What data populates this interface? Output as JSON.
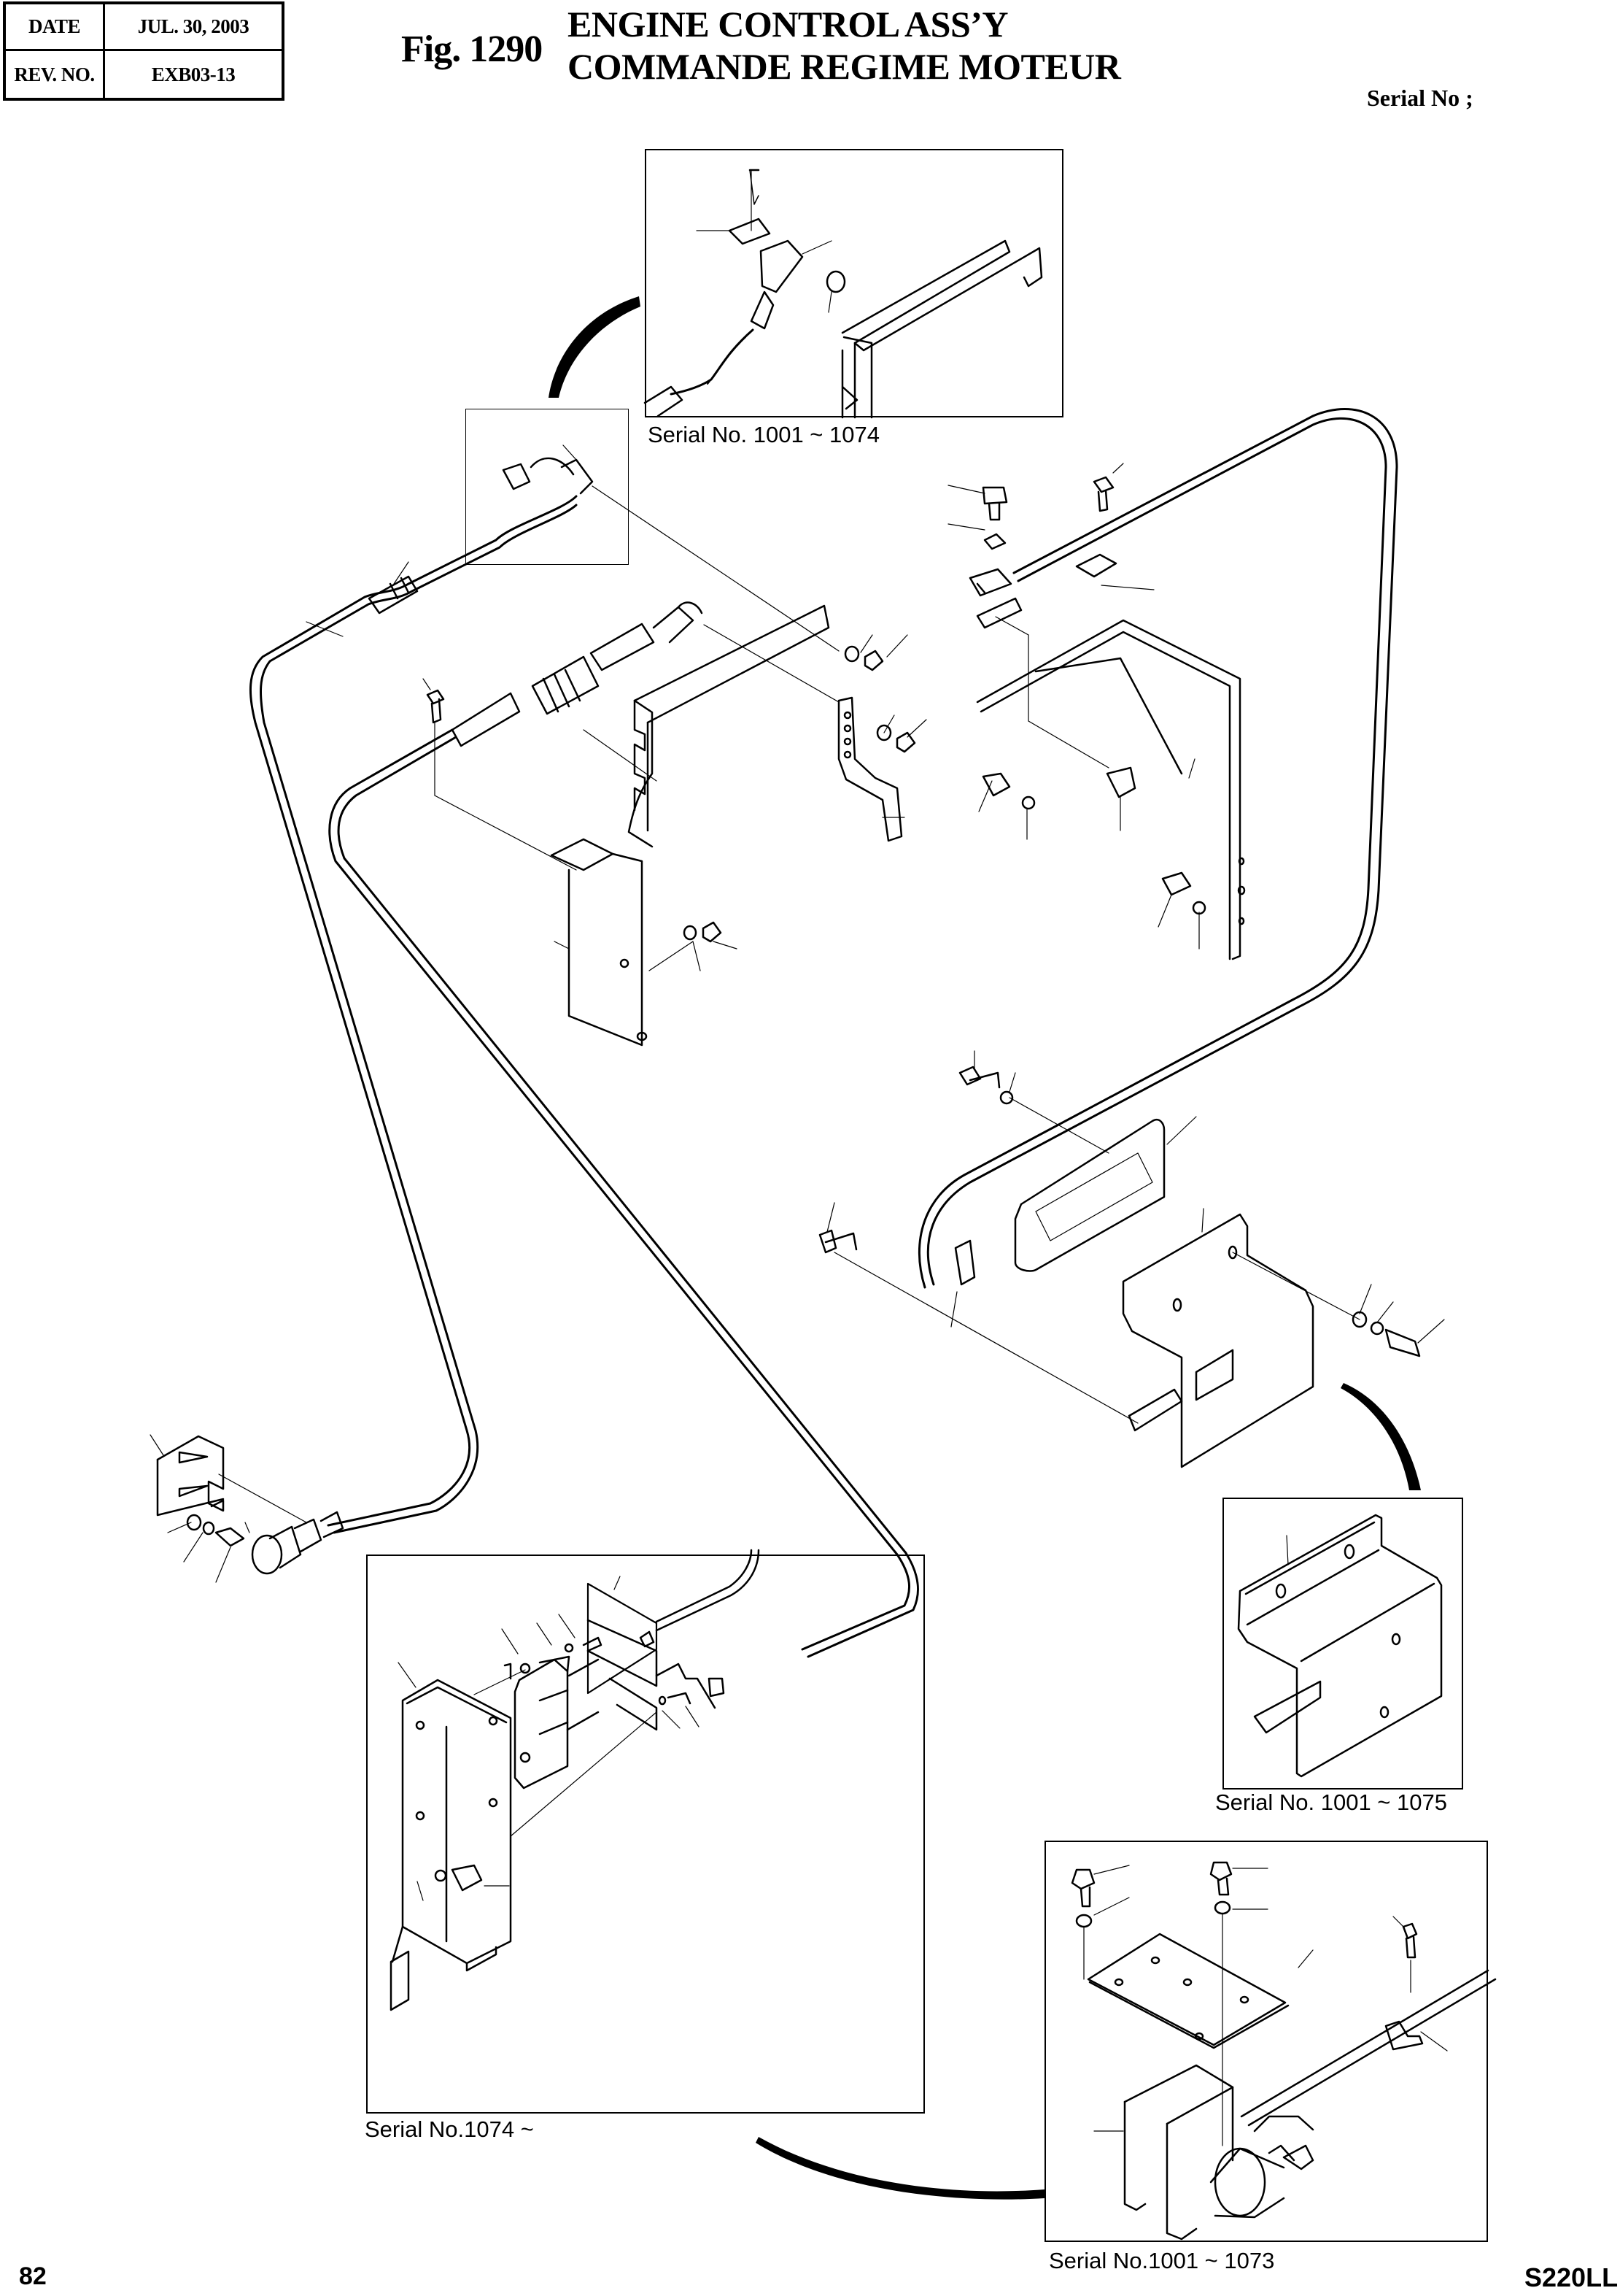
{
  "header": {
    "date_label": "DATE",
    "date_value": "JUL. 30, 2003",
    "rev_label": "REV. NO.",
    "rev_value": "EXB03-13",
    "figure_number": "Fig. 1290",
    "title_en": "ENGINE CONTROL ASS’Y",
    "title_fr": "COMMANDE REGIME MOTEUR",
    "serial_label": "Serial No ;"
  },
  "insets": [
    {
      "id": "inset-top",
      "caption": "Serial No. 1001 ~ 1074",
      "depicts": "cable end clevis with pin, cotter pin and washer on lever bracket"
    },
    {
      "id": "inset-right",
      "caption": "Serial No. 1001 ~ 1075",
      "depicts": "mounting bracket with cable clamp"
    },
    {
      "id": "inset-bottom-left",
      "caption": "Serial No.1074 ~",
      "depicts": "controller unit with cover, mounting plate, bolts and connector"
    },
    {
      "id": "inset-bottom-right",
      "caption": "Serial No.1001 ~ 1073",
      "depicts": "motor actuator with mounting plate, bolts, washers and cable clamp"
    }
  ],
  "footer": {
    "page_number": "82",
    "model": "S220LL"
  }
}
